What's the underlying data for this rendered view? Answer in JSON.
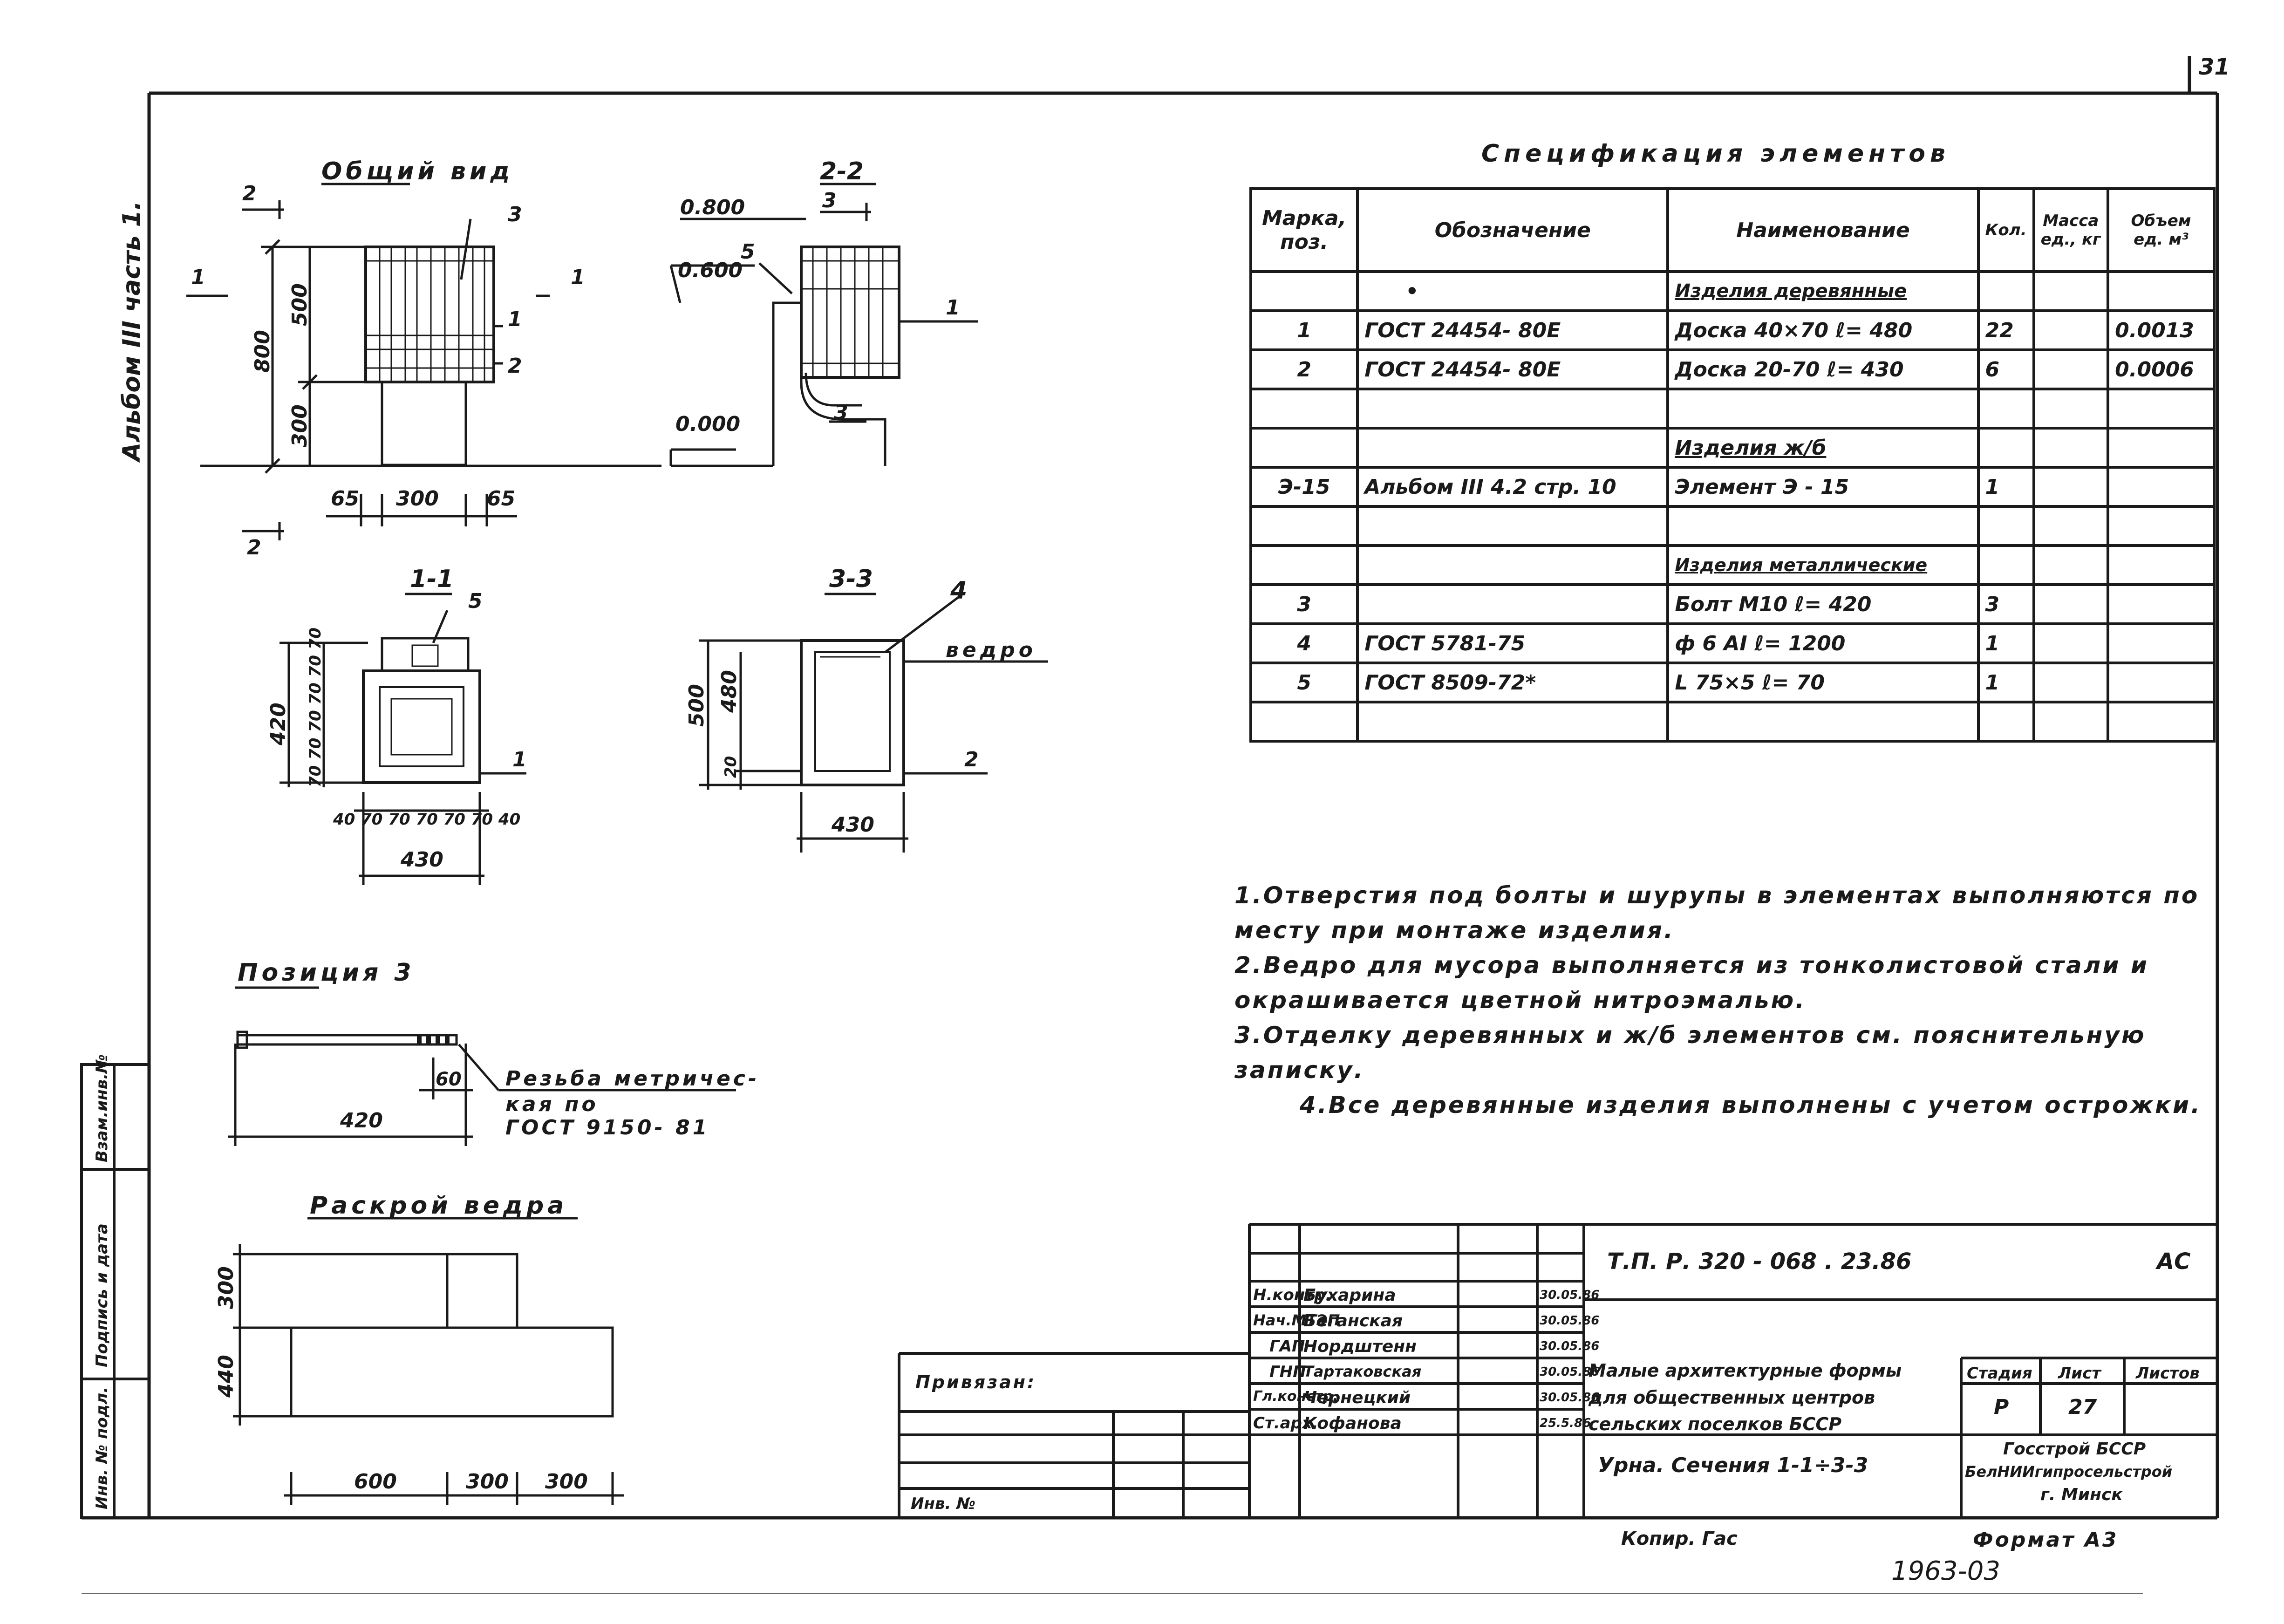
{
  "page_number": "31",
  "side_stamp": {
    "album": "Альбом III часть 1.",
    "fields": [
      "Инв. № подл.",
      "Подпись и дата",
      "Взам.инв.№"
    ]
  },
  "views": {
    "general_title": "Общий вид",
    "section_22_title": "2-2",
    "section_11_title": "1-1",
    "section_33_title": "3-3",
    "position3_title": "Позиция 3",
    "cutting_title": "Раскрой ведра",
    "bucket_label": "ведро",
    "thread_note": [
      "Резьба метричес-",
      "кая по",
      "ГОСТ  9150- 81"
    ]
  },
  "dimensions": {
    "general": {
      "h_total": "800",
      "h_top": "500",
      "h_bottom": "300",
      "w_left": "65",
      "w_mid": "300",
      "w_right": "65"
    },
    "elevations": [
      "0.800",
      "0.600",
      "0.000"
    ],
    "sec11": {
      "h": "420",
      "vert": "70 70 70 70 70 70",
      "horiz": "40 70 70 70 70 70 40",
      "w": "430"
    },
    "sec33": {
      "h1": "500",
      "h2": "480",
      "h3": "20",
      "w": "430"
    },
    "pos3": {
      "len": "420",
      "thread": "60"
    },
    "cut": {
      "h1": "300",
      "h2": "440",
      "w1": "600",
      "w2": "300",
      "w3": "300"
    }
  },
  "callouts": [
    "1",
    "2",
    "3",
    "4",
    "5"
  ],
  "spec": {
    "title": "Спецификация элементов",
    "headers": [
      "Марка, поз.",
      "Обозначение",
      "Наименование",
      "Кол.",
      "Масса ед., кг",
      "Объем ед. м³"
    ],
    "rows": [
      [
        "",
        "•",
        "Изделия деревянные",
        "",
        "",
        ""
      ],
      [
        "1",
        "ГОСТ 24454- 80Е",
        "Доска 40×70   ℓ= 480",
        "22",
        "",
        "0.0013"
      ],
      [
        "2",
        "ГОСТ 24454- 80Е",
        "Доска 20-70   ℓ= 430",
        "6",
        "",
        "0.0006"
      ],
      [
        "",
        "",
        "",
        "",
        "",
        ""
      ],
      [
        "",
        "",
        "Изделия ж/б",
        "",
        "",
        ""
      ],
      [
        "Э-15",
        "Альбом III  4.2 стр. 10",
        "Элемент   Э - 15",
        "1",
        "",
        ""
      ],
      [
        "",
        "",
        "",
        "",
        "",
        ""
      ],
      [
        "",
        "",
        "Изделия металлические",
        "",
        "",
        ""
      ],
      [
        "3",
        "",
        "Болт М10   ℓ= 420",
        "3",
        "",
        ""
      ],
      [
        "4",
        "ГОСТ  5781-75",
        "ф 6 АI       ℓ=  1200",
        "1",
        "",
        ""
      ],
      [
        "5",
        "ГОСТ  8509-72*",
        "L 75×5   ℓ= 70",
        "1",
        "",
        ""
      ],
      [
        "",
        "",
        "",
        "",
        "",
        ""
      ]
    ]
  },
  "notes": [
    "1.Отверстия под болты и шурупы в элементах выполняются по месту при монтаже изделия.",
    "2.Ведро для мусора выполняется из тонколистовой стали и окрашивается цветной нитроэмалью.",
    "3.Отделку деревянных и ж/б элементов см. пояснительную записку.",
    "4.Все деревянные изделия выполнены с учетом острожки."
  ],
  "title_block": {
    "doc_code": "Т.П. Р.  320 - 068 . 23.86",
    "mark": "АС",
    "roles": [
      "Н.контр.",
      "Нач.МТЭП",
      "ГАП",
      "ГНП",
      "Гл.констр.",
      "Ст.арх."
    ],
    "names": [
      "Бухарина",
      "Беганская",
      "Нордштенн",
      "Тартаковская",
      "Чернецкий",
      "Кофанова"
    ],
    "dates": [
      "30.05.86",
      "30.05.86",
      "30.05.86",
      "30.05.86",
      "30.05.86",
      "25.5.86"
    ],
    "object_name": [
      "Малые архитектурные формы",
      "для общественных центров",
      "сельских поселков БССР"
    ],
    "sheet_name": "Урна. Сечения 1-1÷3-3",
    "stage_label": "Стадия",
    "sheet_label": "Лист",
    "sheets_label": "Листов",
    "stage": "Р",
    "sheet": "27",
    "org": [
      "Госстрой БССР",
      "БелНИИгипросельстрой",
      "г. Минск"
    ],
    "privyazan": "Привязан:",
    "inv_no": "Инв. №",
    "copied": "Копир. Гас",
    "format": "Формат А3",
    "archive_no": "1963-03"
  }
}
